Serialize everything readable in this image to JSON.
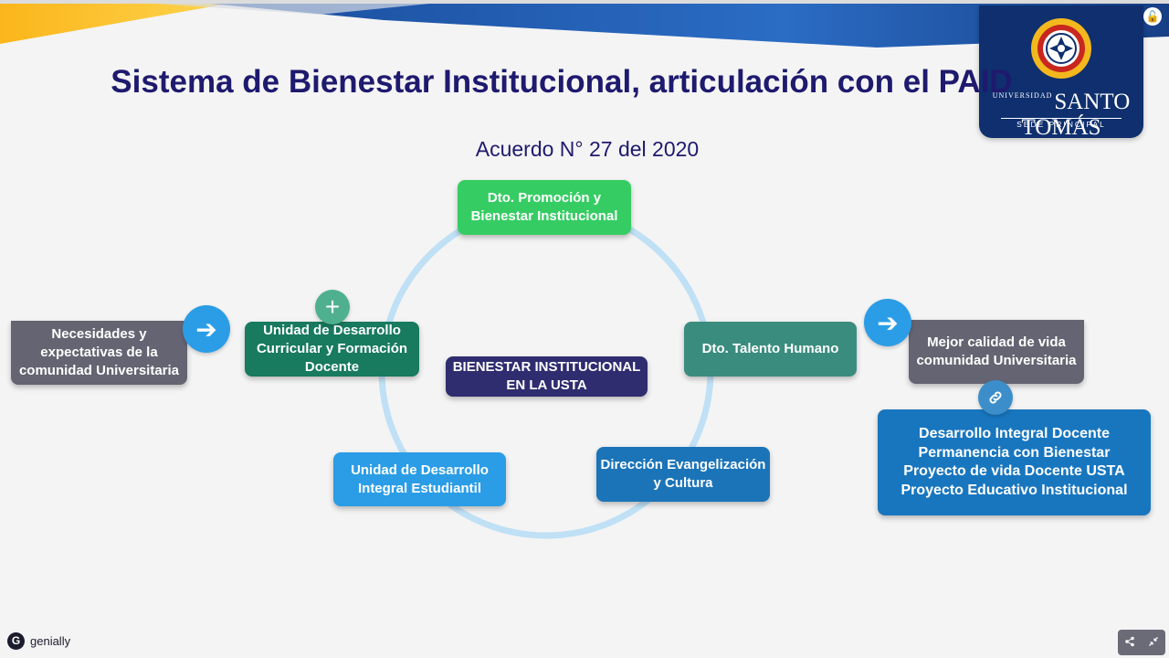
{
  "slide": {
    "title": "Sistema de Bienestar Institucional, articulación con el PAID",
    "subtitle": "Acuerdo N° 27 del 2020"
  },
  "logo": {
    "university_small": "UNIVERSIDAD",
    "university_name": "SANTO TOMÁS",
    "campus": "SEDE PRINCIPAL"
  },
  "boxes": {
    "promocion": "Dto. Promoción y Bienestar Institucional",
    "curricular": "Unidad de Desarrollo Curricular  y Formación Docente",
    "center": "BIENESTAR INSTITUCIONAL EN LA USTA",
    "talento": "Dto. Talento Humano",
    "estudiantil": "Unidad de Desarrollo Integral Estudiantil",
    "evangelizacion": "Dirección Evangelización y Cultura",
    "necesidades": "Necesidades y expectativas de la comunidad Universitaria",
    "mejor_calidad": "Mejor calidad de vida comunidad Universitaria",
    "desarrollo_lines": [
      "Desarrollo Integral Docente",
      "Permanencia con Bienestar",
      "Proyecto de vida Docente USTA",
      "Proyecto Educativo Institucional"
    ]
  },
  "footer": {
    "brand": "genially"
  },
  "icons": {
    "arrow": "arrow-right-icon",
    "plus": "plus-icon",
    "link": "link-icon",
    "share": "share-icon",
    "fullscreen": "collapse-icon",
    "lock": "lock-icon"
  },
  "colors": {
    "title": "#1e1a6e",
    "promo": "#35cd63",
    "curricular": "#187a5e",
    "center": "#2f2c6f",
    "talento": "#3a8c7e",
    "estudiantil": "#2b9de6",
    "evangelizacion": "#1b74b8",
    "gray_box": "#646472",
    "desarrollo": "#1876bf",
    "logo_bg": "#0f2f6e"
  }
}
